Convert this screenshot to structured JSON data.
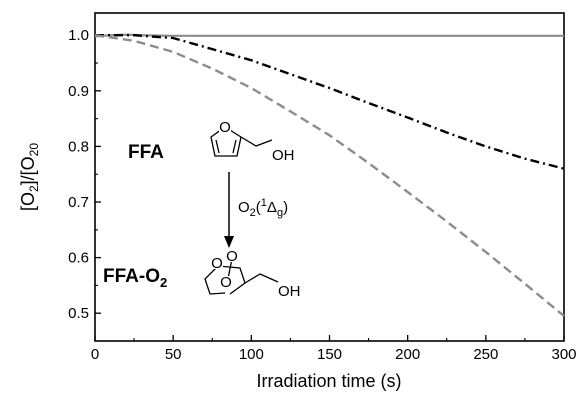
{
  "chart_data": {
    "type": "line",
    "xlabel": "Irradiation time (s)",
    "ylabel": "[O2]/[O2]0",
    "xlim": [
      0,
      300
    ],
    "ylim": [
      0.45,
      1.04
    ],
    "x_ticks": [
      0,
      50,
      100,
      150,
      200,
      250,
      300
    ],
    "y_ticks": [
      0.5,
      0.6,
      0.7,
      0.8,
      0.9,
      1.0
    ],
    "y_tick_labels": [
      "0.5",
      "0.6",
      "0.7",
      "0.8",
      "0.9",
      "1.0"
    ],
    "grid": false,
    "legend": "none",
    "series": [
      {
        "color": "#8c8c8c",
        "style": "solid",
        "x": [
          0,
          10,
          20,
          30,
          50,
          100,
          150,
          200,
          250,
          300
        ],
        "y": [
          0.998,
          1.0,
          1.001,
          1.0,
          0.999,
          0.999,
          0.999,
          0.999,
          0.999,
          0.999
        ]
      },
      {
        "color": "#000000",
        "style": "dash-dot",
        "x": [
          0,
          25,
          50,
          75,
          100,
          125,
          150,
          175,
          200,
          225,
          250,
          275,
          300
        ],
        "y": [
          1.0,
          1.0,
          0.995,
          0.975,
          0.955,
          0.93,
          0.905,
          0.878,
          0.852,
          0.825,
          0.8,
          0.778,
          0.76
        ]
      },
      {
        "color": "#8c8c8c",
        "style": "dashed",
        "x": [
          0,
          25,
          50,
          75,
          100,
          125,
          150,
          175,
          200,
          225,
          250,
          275,
          300
        ],
        "y": [
          1.0,
          0.99,
          0.97,
          0.94,
          0.905,
          0.863,
          0.82,
          0.77,
          0.718,
          0.665,
          0.61,
          0.553,
          0.495
        ]
      }
    ],
    "annotations": {
      "ffa_label": "FFA",
      "oh_top": "OH",
      "ring_o_top": "O",
      "reaction_o": "O",
      "reaction_2": "2",
      "reaction_open": "(",
      "reaction_1": "1",
      "reaction_delta": "Δ",
      "reaction_g": "g",
      "reaction_close": ")",
      "product_label_main": "FFA-O",
      "product_label_sub": "2",
      "product_o1": "O",
      "product_o2": "O",
      "product_o3": "O",
      "oh_bottom": "OH"
    }
  }
}
